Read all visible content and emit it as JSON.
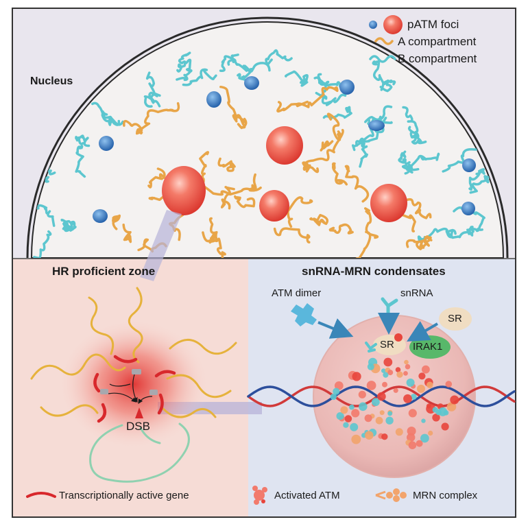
{
  "top": {
    "nucleus_label": "Nucleus",
    "legend": [
      {
        "key": "patm",
        "label": "pATM foci"
      },
      {
        "key": "a",
        "label": "A compartment"
      },
      {
        "key": "b",
        "label": "B compartment"
      }
    ]
  },
  "left_panel": {
    "title": "HR proficient zone",
    "dsb_label": "DSB",
    "legend_label": "Transcriptionally active gene"
  },
  "right_panel": {
    "title": "snRNA-MRN condensates",
    "atm_dimer_label": "ATM dimer",
    "snrna_label": "snRNA",
    "sr_outer_label": "SR",
    "sr_inner_label": "SR",
    "irak1_label": "IRAK1",
    "legend_activated_atm": "Activated ATM",
    "legend_mrn": "MRN complex"
  },
  "colors": {
    "a_compartment": "#e8a548",
    "b_compartment": "#5cc6cf",
    "patm_red": "#e8453c",
    "patm_blue": "#2f6fb5",
    "left_bg": "#f6dcd6",
    "right_bg": "#dfe4f1",
    "top_bg": "#e9e6ee",
    "dna_red": "#d13a3a",
    "dna_blue": "#2d4f9c"
  }
}
